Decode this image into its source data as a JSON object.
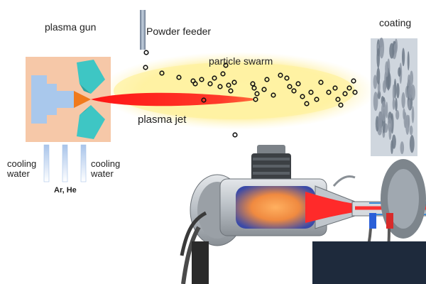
{
  "labels": {
    "plasma_gun": "plasma gun",
    "powder_feeder": "Powder feeder",
    "particle_swarm": "particle swarm",
    "coating": "coating",
    "plasma_jet": "plasma jet",
    "cooling_water_left": "cooling water",
    "cooling_water_right": "cooling water",
    "gas": "Ar, He"
  },
  "colors": {
    "gun_body": "#f6c8a8",
    "electrode": "#a9c8ec",
    "nozzle": "#3ec6c4",
    "tip": "#f07a1c",
    "jet": "#e81e1e",
    "swarm_glow": "#fff3a8",
    "particle": "#111111",
    "coating_bg": "#cfd6de",
    "coating_splat": "#6e7a88"
  },
  "icons": [
    "cooling-water-pipe",
    "powder-feeder-tube",
    "particle",
    "coating-splat",
    "plasma-torch-cutaway"
  ]
}
